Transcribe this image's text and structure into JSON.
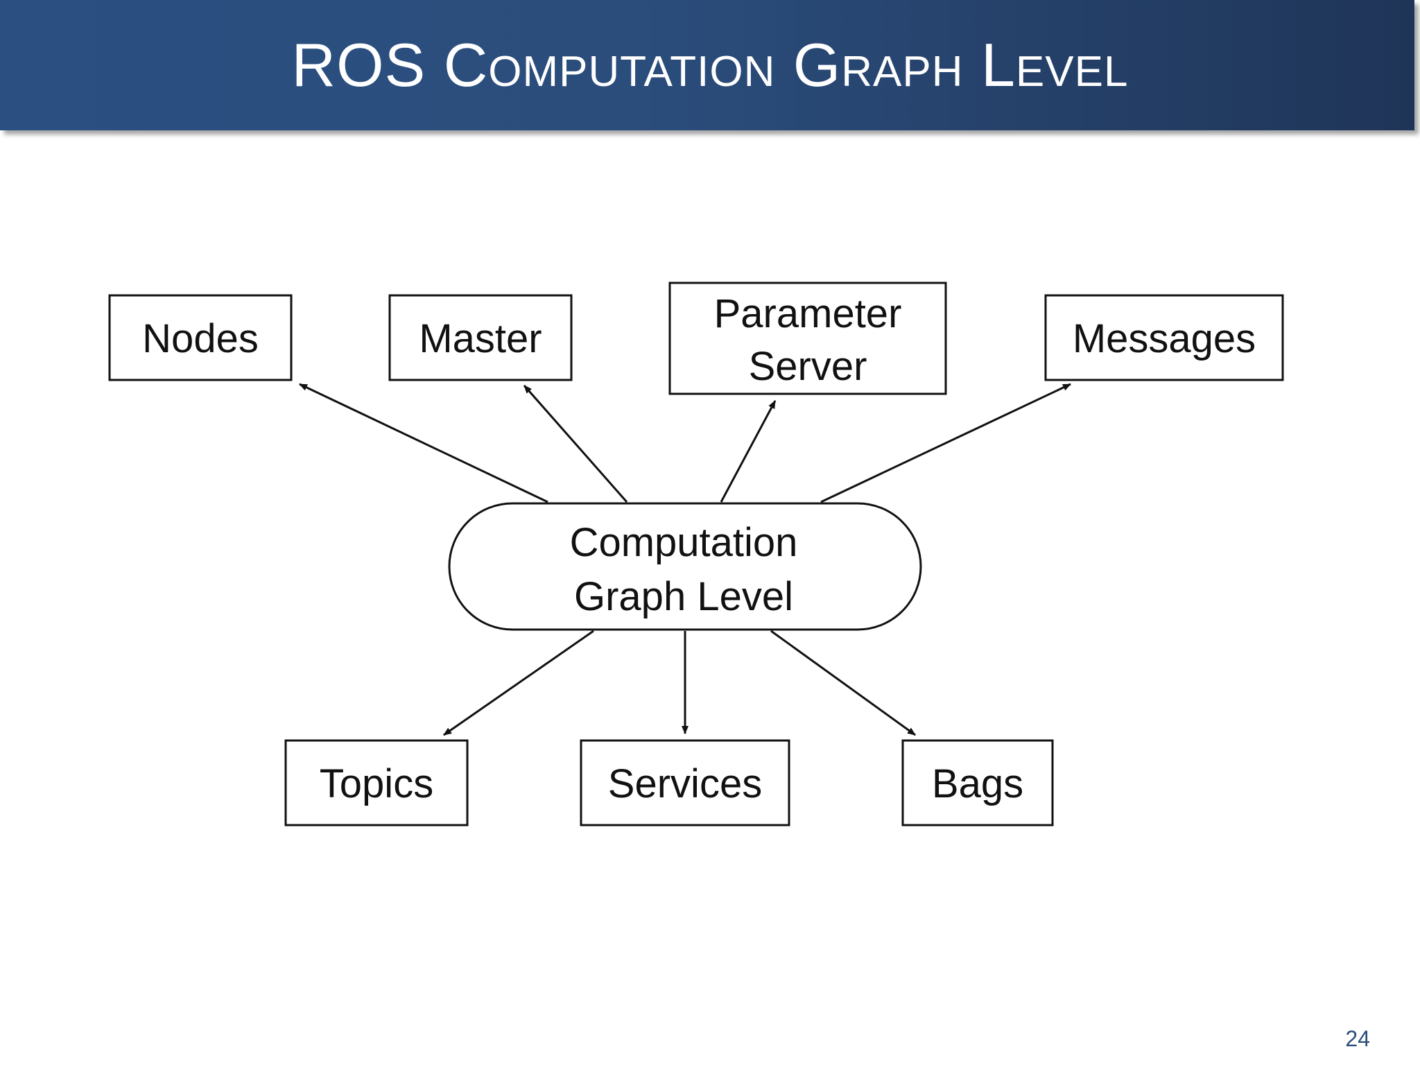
{
  "slide": {
    "title": "ROS Computation Graph Level",
    "page_number": "24"
  },
  "diagram": {
    "center": {
      "line1": "Computation",
      "line2": "Graph Level"
    },
    "nodes_label": "Nodes",
    "master_label": "Master",
    "parameter_server": {
      "line1": "Parameter",
      "line2": "Server"
    },
    "messages_label": "Messages",
    "topics_label": "Topics",
    "services_label": "Services",
    "bags_label": "Bags"
  },
  "colors": {
    "title_bar": "#2b4d7c",
    "title_text": "#ffffff",
    "page_number": "#2b4d7c"
  }
}
